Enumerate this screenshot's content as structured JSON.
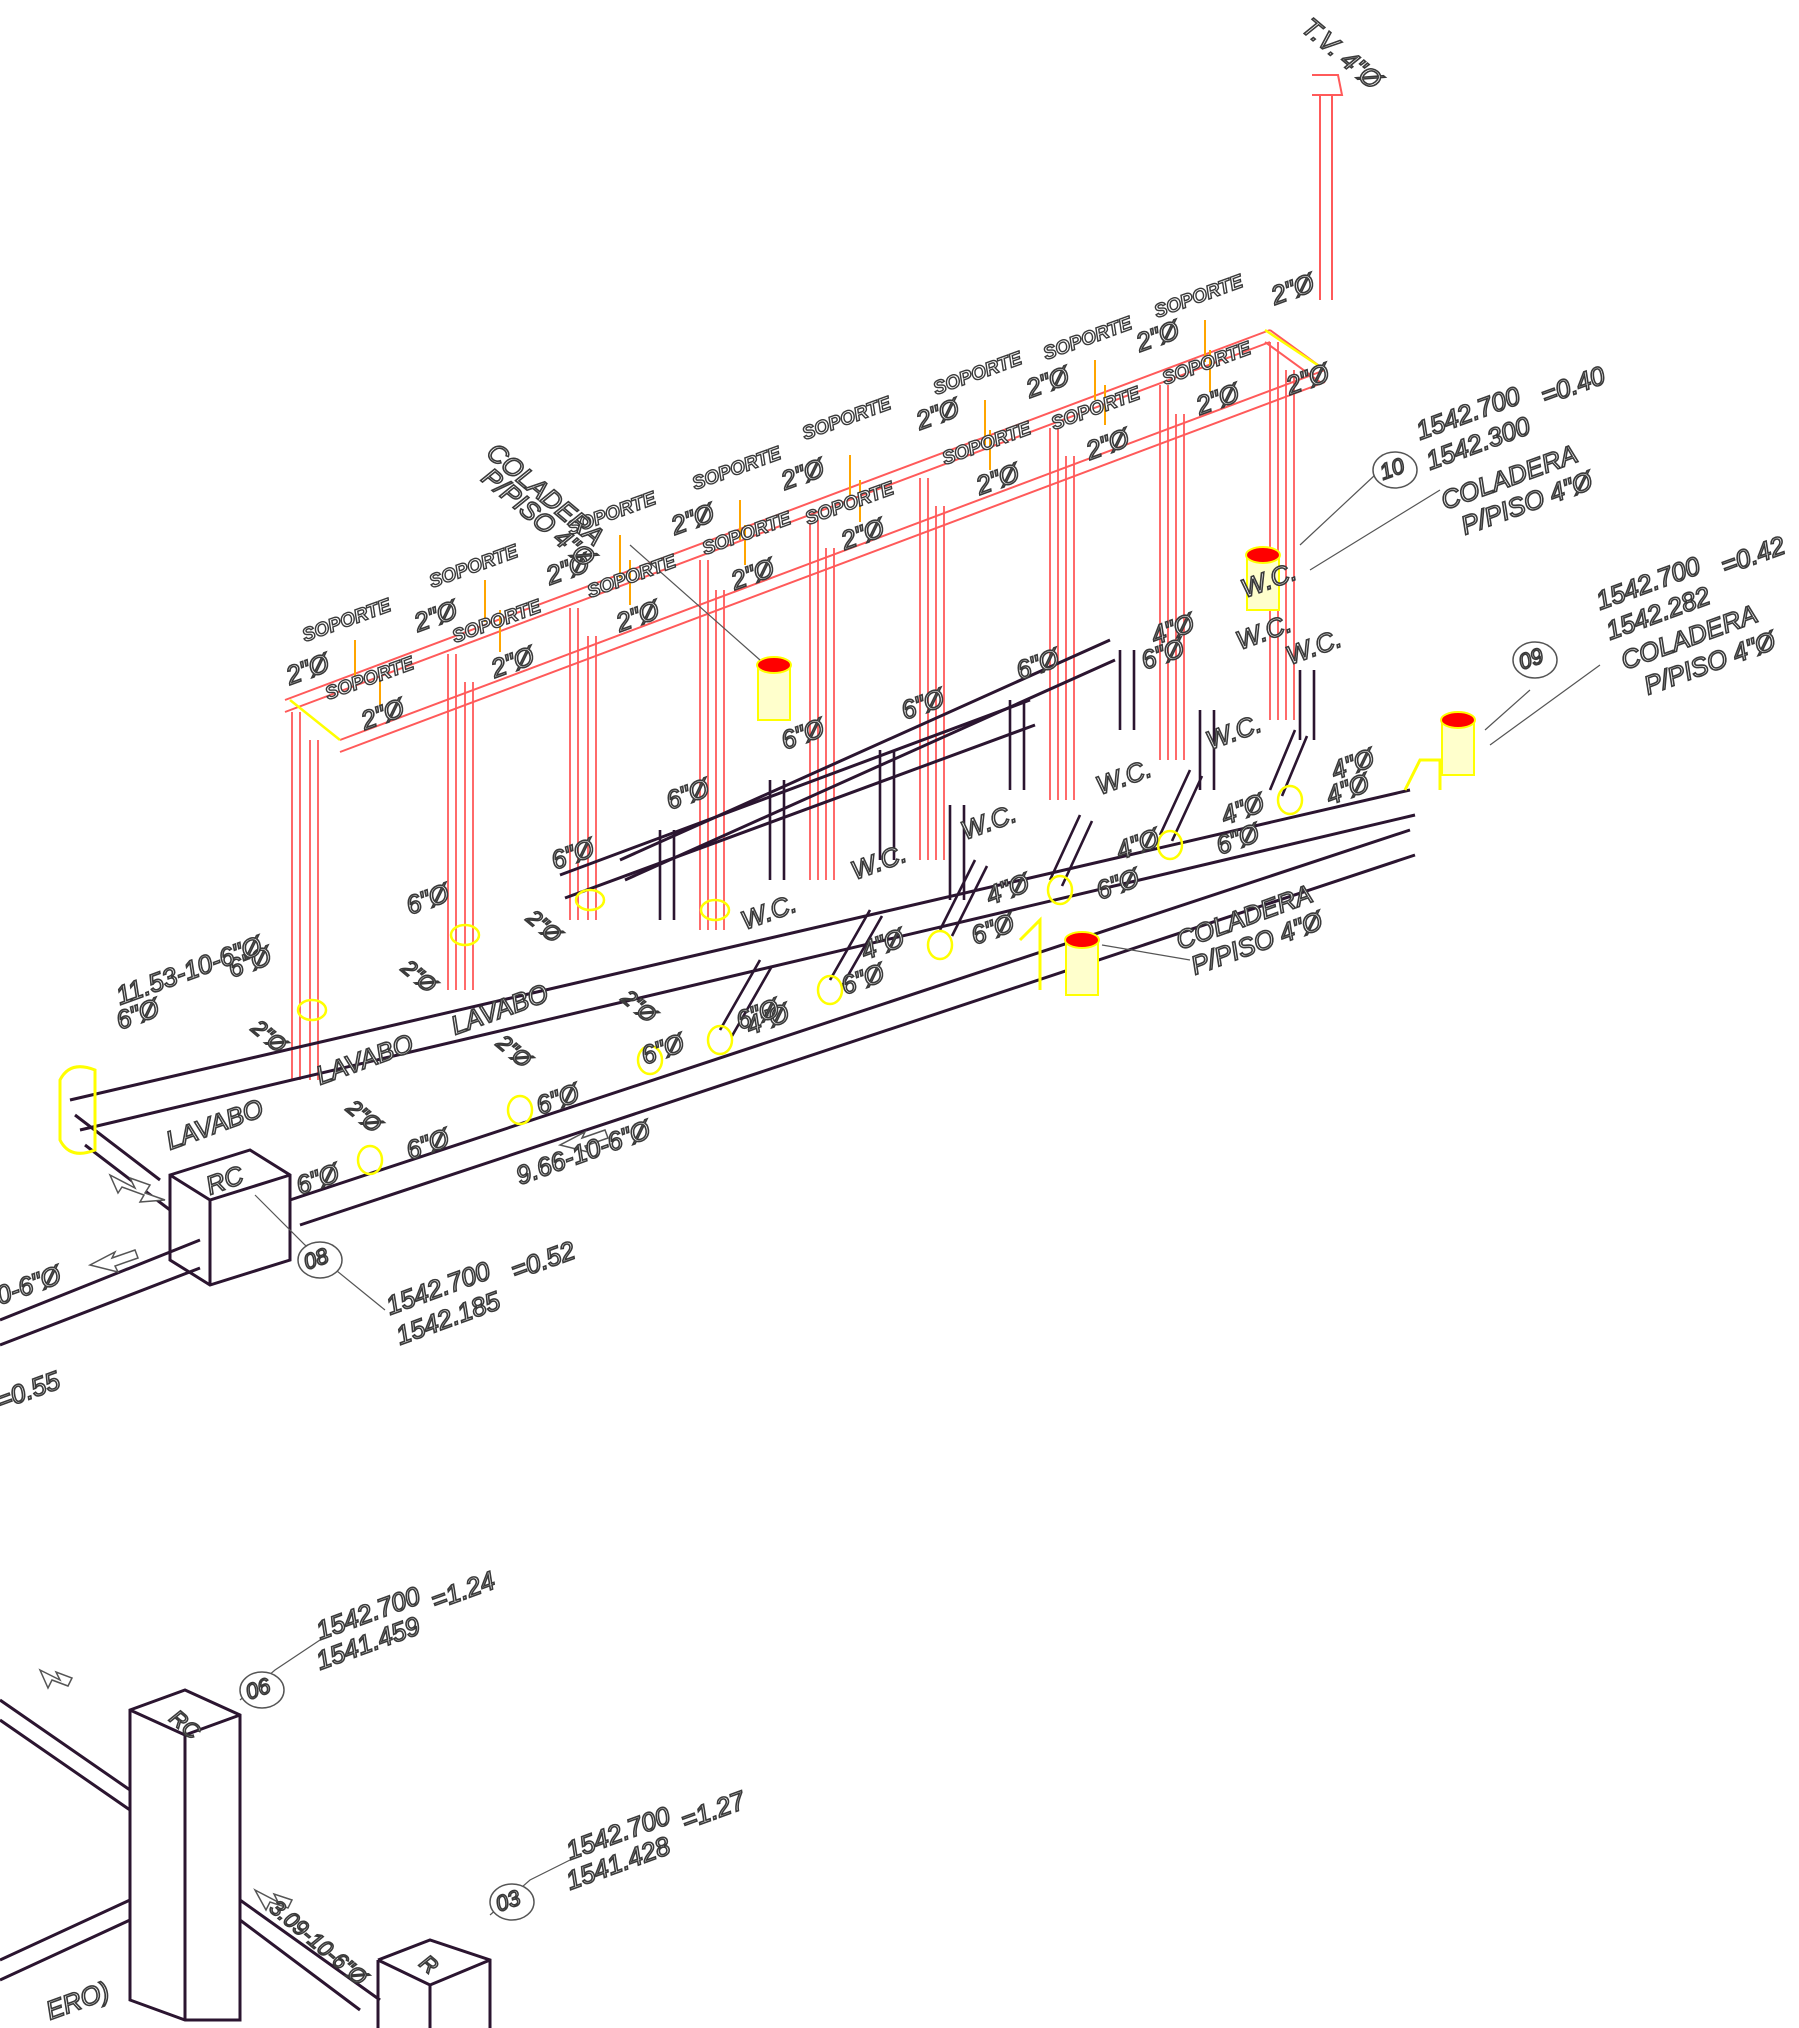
{
  "labels": {
    "tv": "T.V. 4\"Ø",
    "soporte": "SOPORTE",
    "d2": "2\"Ø",
    "d4": "4\"Ø",
    "d6": "6\"Ø",
    "wc": "W.C.",
    "lavabo": "LAVABO",
    "coladera": "COLADERA",
    "ppiso": "P/PISO 4\"Ø",
    "rc": "RC",
    "r": "R",
    "run1": "11.53-10-6\"Ø",
    "run2": "9.66-10-6\"Ø",
    "run3": "3.09-10-6\"Ø",
    "run4": "0-6\"Ø",
    "run4b": "=0.55",
    "run5": "ERO)"
  },
  "nodes": [
    {
      "id": "10",
      "top": "1542.700",
      "bottom": "1542.300",
      "diff": "=0.40"
    },
    {
      "id": "09",
      "top": "1542.700",
      "bottom": "1542.282",
      "diff": "=0.42"
    },
    {
      "id": "08",
      "top": "1542.700",
      "bottom": "1542.185",
      "diff": "=0.52"
    },
    {
      "id": "06",
      "top": "1542.700",
      "bottom": "1541.459",
      "diff": "=1.24"
    },
    {
      "id": "03",
      "top": "1542.700",
      "bottom": "1541.428",
      "diff": "=1.27"
    }
  ],
  "colors": {
    "sanitary_pipe": "#2b1530",
    "fitting": "#ffff00",
    "vent_pipe": "#ff5a5a",
    "drain_cap": "#ff0000",
    "support_marker": "#ffa500"
  }
}
